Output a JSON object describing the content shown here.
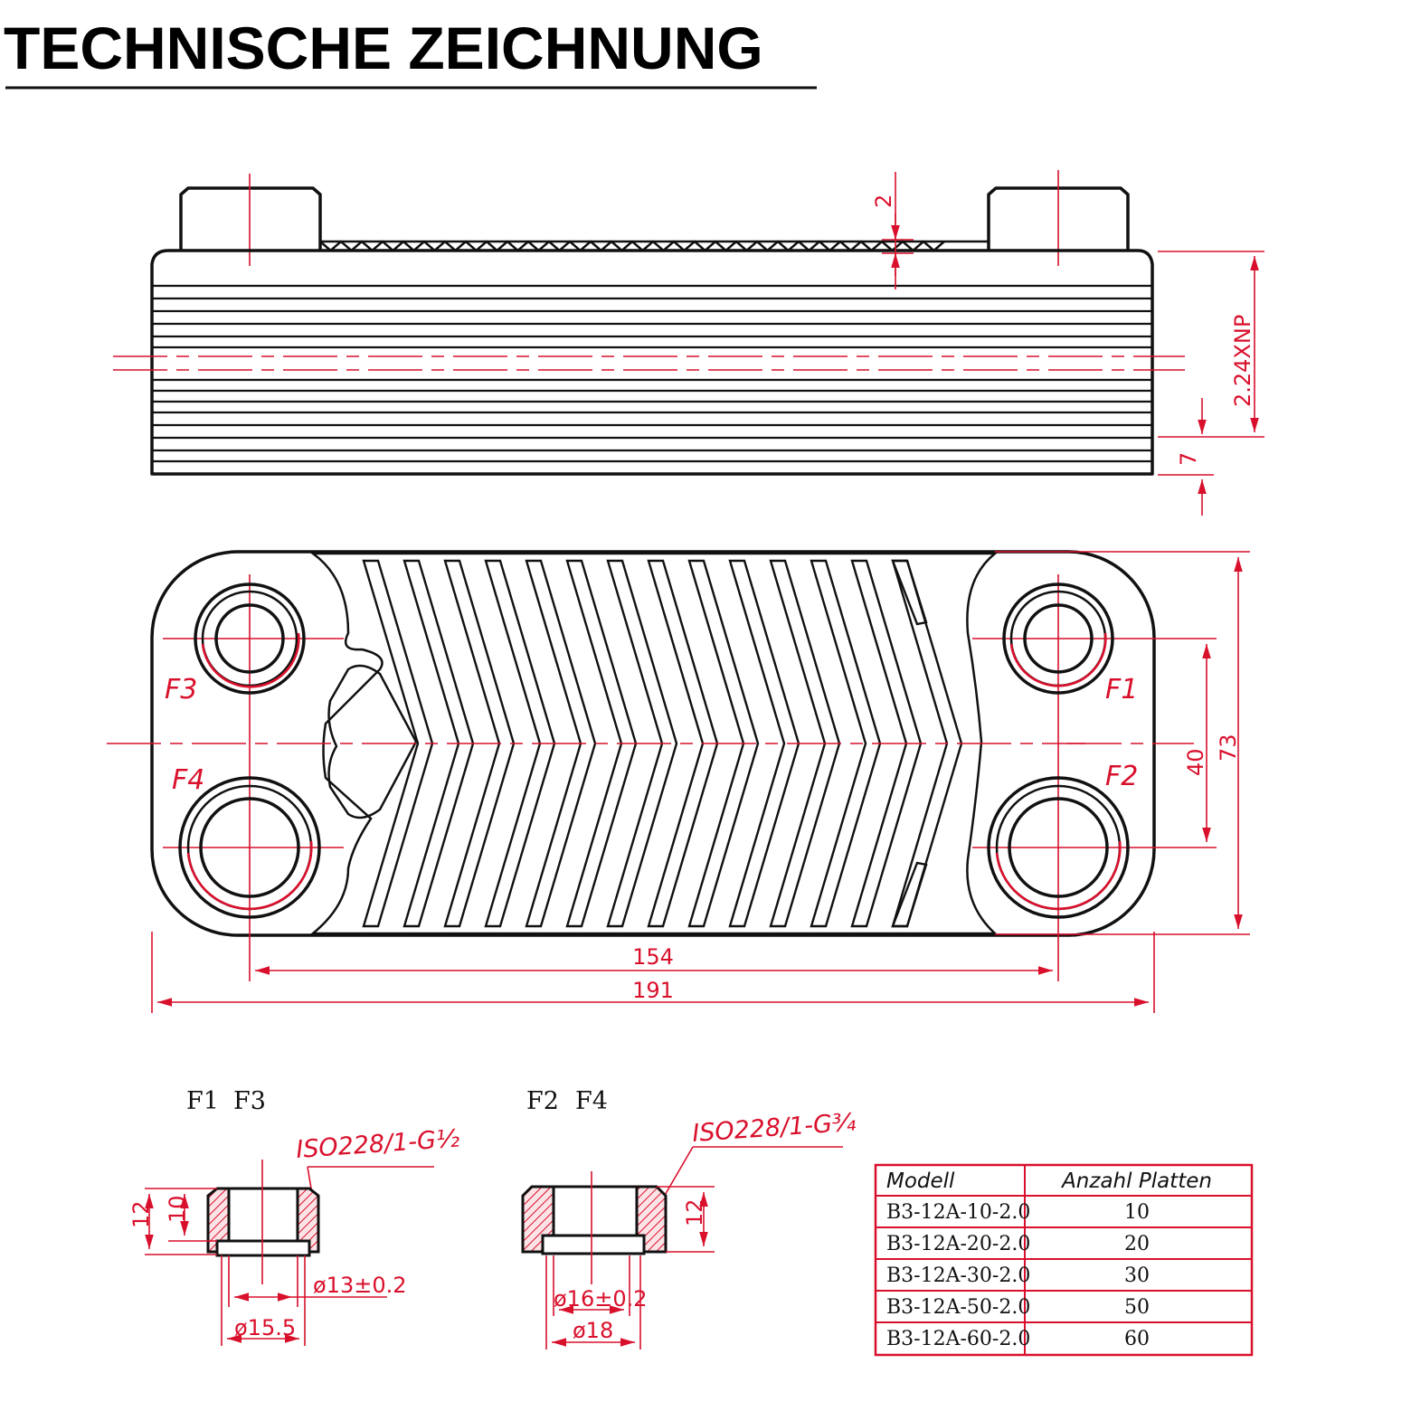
{
  "title": "TECHNISCHE ZEICHNUNG",
  "top_view": {
    "dim_gap": "2",
    "dim_height": "2.24XNP",
    "dim_plate": "7"
  },
  "front_view": {
    "ports": [
      "F1",
      "F2",
      "F3",
      "F4"
    ],
    "dim_port_vertical": "40",
    "dim_height": "73",
    "dim_port_horizontal": "154",
    "dim_width": "191"
  },
  "connection_small": {
    "header_a": "F1",
    "header_b": "F3",
    "thread": "ISO228/1-G½",
    "dim_outer_h": "12",
    "dim_inner_h": "10",
    "dim_inner_d": "ø13±0.2",
    "dim_outer_d": "ø15.5"
  },
  "connection_large": {
    "header_a": "F2",
    "header_b": "F4",
    "thread": "ISO228/1-G¾",
    "dim_h": "12",
    "dim_inner_d": "ø16±0.2",
    "dim_outer_d": "ø18"
  },
  "model_table": {
    "headers": [
      "Modell",
      "Anzahl Platten"
    ],
    "rows": [
      [
        "B3-12A-10-2.0",
        "10"
      ],
      [
        "B3-12A-20-2.0",
        "20"
      ],
      [
        "B3-12A-30-2.0",
        "30"
      ],
      [
        "B3-12A-50-2.0",
        "50"
      ],
      [
        "B3-12A-60-2.0",
        "60"
      ]
    ]
  },
  "colors": {
    "ink": "#111111",
    "dimension": "#d9102c",
    "background": "#ffffff"
  }
}
